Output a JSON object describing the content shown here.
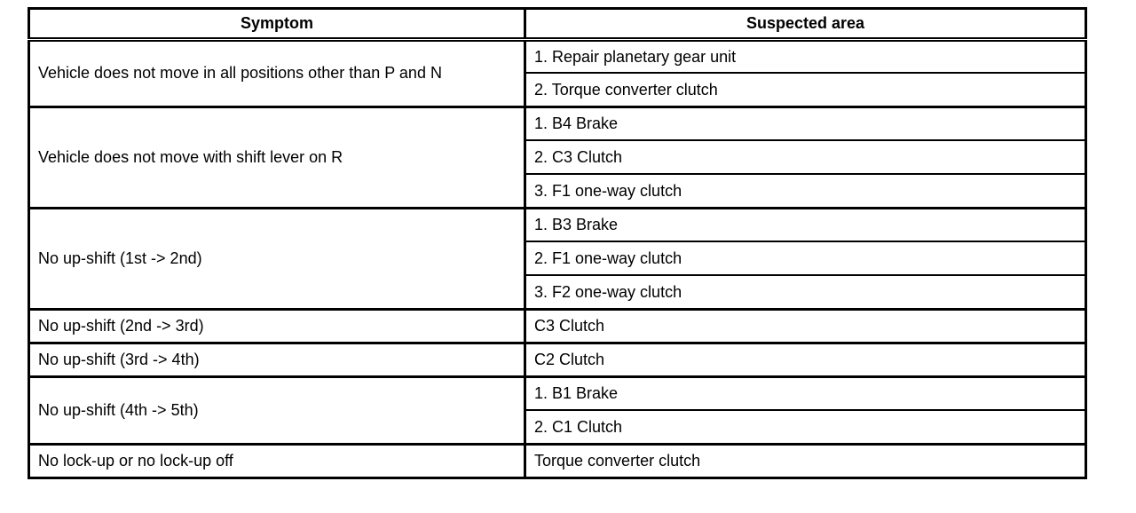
{
  "table": {
    "headers": [
      "Symptom",
      "Suspected area"
    ],
    "rows": [
      {
        "symptom": "Vehicle does not move in all positions other than P and N",
        "areas": [
          "1. Repair planetary gear unit",
          "2. Torque converter clutch"
        ]
      },
      {
        "symptom": "Vehicle does not move with shift lever on R",
        "areas": [
          "1. B4 Brake",
          "2. C3 Clutch",
          "3. F1 one-way clutch"
        ]
      },
      {
        "symptom": "No up-shift (1st -> 2nd)",
        "areas": [
          "1. B3 Brake",
          "2. F1 one-way clutch",
          "3. F2 one-way clutch"
        ]
      },
      {
        "symptom": "No up-shift (2nd -> 3rd)",
        "areas": [
          "C3 Clutch"
        ]
      },
      {
        "symptom": "No up-shift (3rd -> 4th)",
        "areas": [
          "C2 Clutch"
        ]
      },
      {
        "symptom": "No up-shift (4th -> 5th)",
        "areas": [
          "1. B1 Brake",
          "2. C1 Clutch"
        ]
      },
      {
        "symptom": "No lock-up or no lock-up off",
        "areas": [
          "Torque converter clutch"
        ]
      }
    ]
  },
  "colors": {
    "background": "#ffffff",
    "border": "#000000",
    "text": "#000000"
  }
}
